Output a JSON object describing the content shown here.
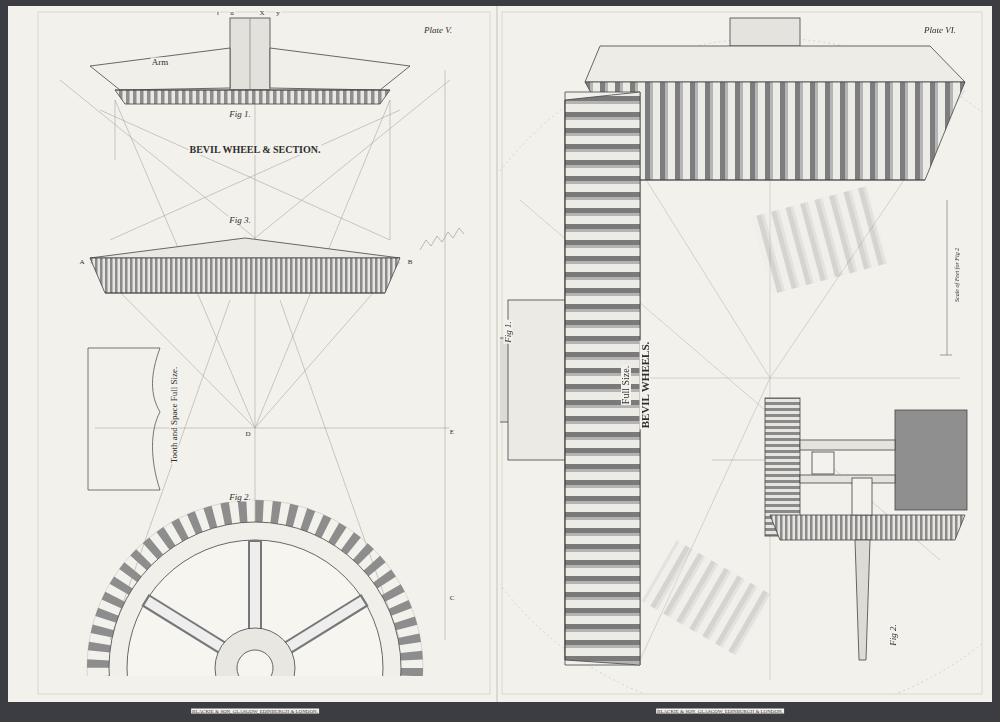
{
  "diagram": {
    "labels": [
      "Plate V.",
      "Plate VI.",
      "Arm",
      "t",
      "u",
      "X",
      "y",
      "Fig 1.",
      "BEVIL WHEEL & SECTION.",
      "Fig 3.",
      "A",
      "B",
      "Tooth and Space Full Size.",
      "D",
      "Fig 2.",
      "Fig 1.",
      "Full Size.",
      "BEVIL WHEELS.",
      "Fig 2.",
      "Scale of Feet for Fig 2",
      "BLACKIE & SON, GLASGOW, EDINBURGH & LONDON.",
      "BLACKIE & SON, GLASGOW, EDINBURGH & LONDON.",
      "C",
      "E"
    ]
  }
}
